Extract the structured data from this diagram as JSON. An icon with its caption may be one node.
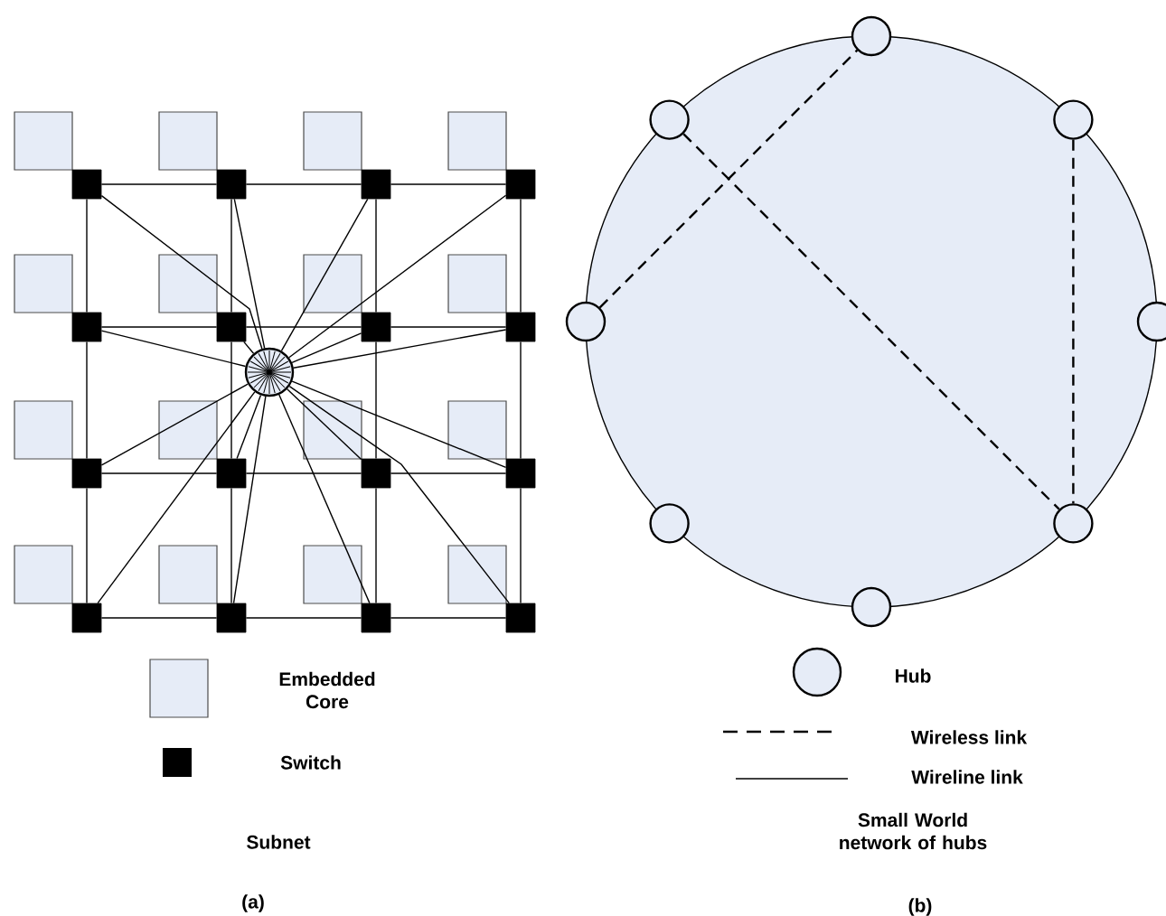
{
  "diagram": {
    "nodes": [
      {
        "text": [],
        "shape": "box"
      },
      {
        "text": [],
        "shape": "box"
      },
      {
        "text": [],
        "shape": "box"
      },
      {
        "text": [],
        "shape": "box"
      },
      {
        "text": [],
        "shape": "box"
      },
      {
        "text": [],
        "shape": "box"
      },
      {
        "text": [],
        "shape": "box"
      },
      {
        "text": [],
        "shape": "box"
      },
      {
        "text": [],
        "shape": "box"
      },
      {
        "text": [],
        "shape": "box"
      },
      {
        "text": [],
        "shape": "box"
      },
      {
        "text": [],
        "shape": "box"
      },
      {
        "text": [],
        "shape": "box"
      },
      {
        "text": [],
        "shape": "box"
      },
      {
        "text": [],
        "shape": "box"
      },
      {
        "text": [],
        "shape": "box"
      },
      {
        "text": [],
        "shape": "circle"
      },
      {
        "text": [],
        "shape": "circle"
      },
      {
        "text": [],
        "shape": "circle"
      },
      {
        "text": [],
        "shape": "circle"
      },
      {
        "text": [],
        "shape": "circle"
      },
      {
        "text": [],
        "shape": "circle"
      },
      {
        "text": [],
        "shape": "circle"
      },
      {
        "text": [],
        "shape": "circle"
      },
      {
        "text": [],
        "shape": "circle"
      }
    ],
    "edges": [
      {
        "from": 0,
        "to": 1,
        "arrow": "none"
      },
      {
        "from": 1,
        "to": 2,
        "arrow": "none"
      },
      {
        "from": 2,
        "to": 3,
        "arrow": "none"
      },
      {
        "from": 4,
        "to": 5,
        "arrow": "none"
      },
      {
        "from": 5,
        "to": 6,
        "arrow": "none"
      },
      {
        "from": 6,
        "to": 7,
        "arrow": "none"
      },
      {
        "from": 8,
        "to": 9,
        "arrow": "none"
      },
      {
        "from": 9,
        "to": 10,
        "arrow": "none"
      },
      {
        "from": 10,
        "to": 11,
        "arrow": "none"
      },
      {
        "from": 12,
        "to": 13,
        "arrow": "none"
      },
      {
        "from": 13,
        "to": 14,
        "arrow": "none"
      },
      {
        "from": 14,
        "to": 15,
        "arrow": "none"
      },
      {
        "from": 0,
        "to": 4,
        "arrow": "none"
      },
      {
        "from": 4,
        "to": 8,
        "arrow": "none"
      },
      {
        "from": 8,
        "to": 12,
        "arrow": "none"
      },
      {
        "from": 1,
        "to": 5,
        "arrow": "none"
      },
      {
        "from": 5,
        "to": 9,
        "arrow": "none"
      },
      {
        "from": 9,
        "to": 13,
        "arrow": "none"
      },
      {
        "from": 2,
        "to": 6,
        "arrow": "none"
      },
      {
        "from": 6,
        "to": 10,
        "arrow": "none"
      },
      {
        "from": 10,
        "to": 14,
        "arrow": "none"
      },
      {
        "from": 3,
        "to": 7,
        "arrow": "none"
      },
      {
        "from": 7,
        "to": 11,
        "arrow": "none"
      },
      {
        "from": 11,
        "to": 15,
        "arrow": "none"
      },
      {
        "from": 16,
        "to": 0,
        "arrow": "none"
      },
      {
        "from": 16,
        "to": 1,
        "arrow": "none"
      },
      {
        "from": 16,
        "to": 2,
        "arrow": "none"
      },
      {
        "from": 16,
        "to": 3,
        "arrow": "none"
      },
      {
        "from": 16,
        "to": 4,
        "arrow": "none"
      },
      {
        "from": 16,
        "to": 5,
        "arrow": "none"
      },
      {
        "from": 16,
        "to": 6,
        "arrow": "none"
      },
      {
        "from": 16,
        "to": 7,
        "arrow": "none"
      },
      {
        "from": 16,
        "to": 8,
        "arrow": "none"
      },
      {
        "from": 16,
        "to": 9,
        "arrow": "none"
      },
      {
        "from": 16,
        "to": 10,
        "arrow": "none"
      },
      {
        "from": 16,
        "to": 11,
        "arrow": "none"
      },
      {
        "from": 16,
        "to": 12,
        "arrow": "none"
      },
      {
        "from": 16,
        "to": 13,
        "arrow": "none"
      },
      {
        "from": 16,
        "to": 14,
        "arrow": "none"
      },
      {
        "from": 16,
        "to": 15,
        "arrow": "none"
      },
      {
        "from": 23,
        "to": 17,
        "arrow": "none",
        "style": "dashed"
      },
      {
        "from": 24,
        "to": 20,
        "arrow": "none",
        "style": "dashed"
      },
      {
        "from": 18,
        "to": 20,
        "arrow": "none",
        "style": "dashed"
      }
    ],
    "labels": [
      "Subnet",
      "(a)",
      "Small World network of hubs",
      "(b)"
    ],
    "legend": [
      {
        "text": "Embedded Core",
        "color": "#e6ecf7"
      },
      {
        "text": "Switch",
        "color": "#000000"
      },
      {
        "text": "Hub"
      },
      {
        "text": "Wireless link"
      },
      {
        "text": "Wireline link"
      }
    ]
  }
}
